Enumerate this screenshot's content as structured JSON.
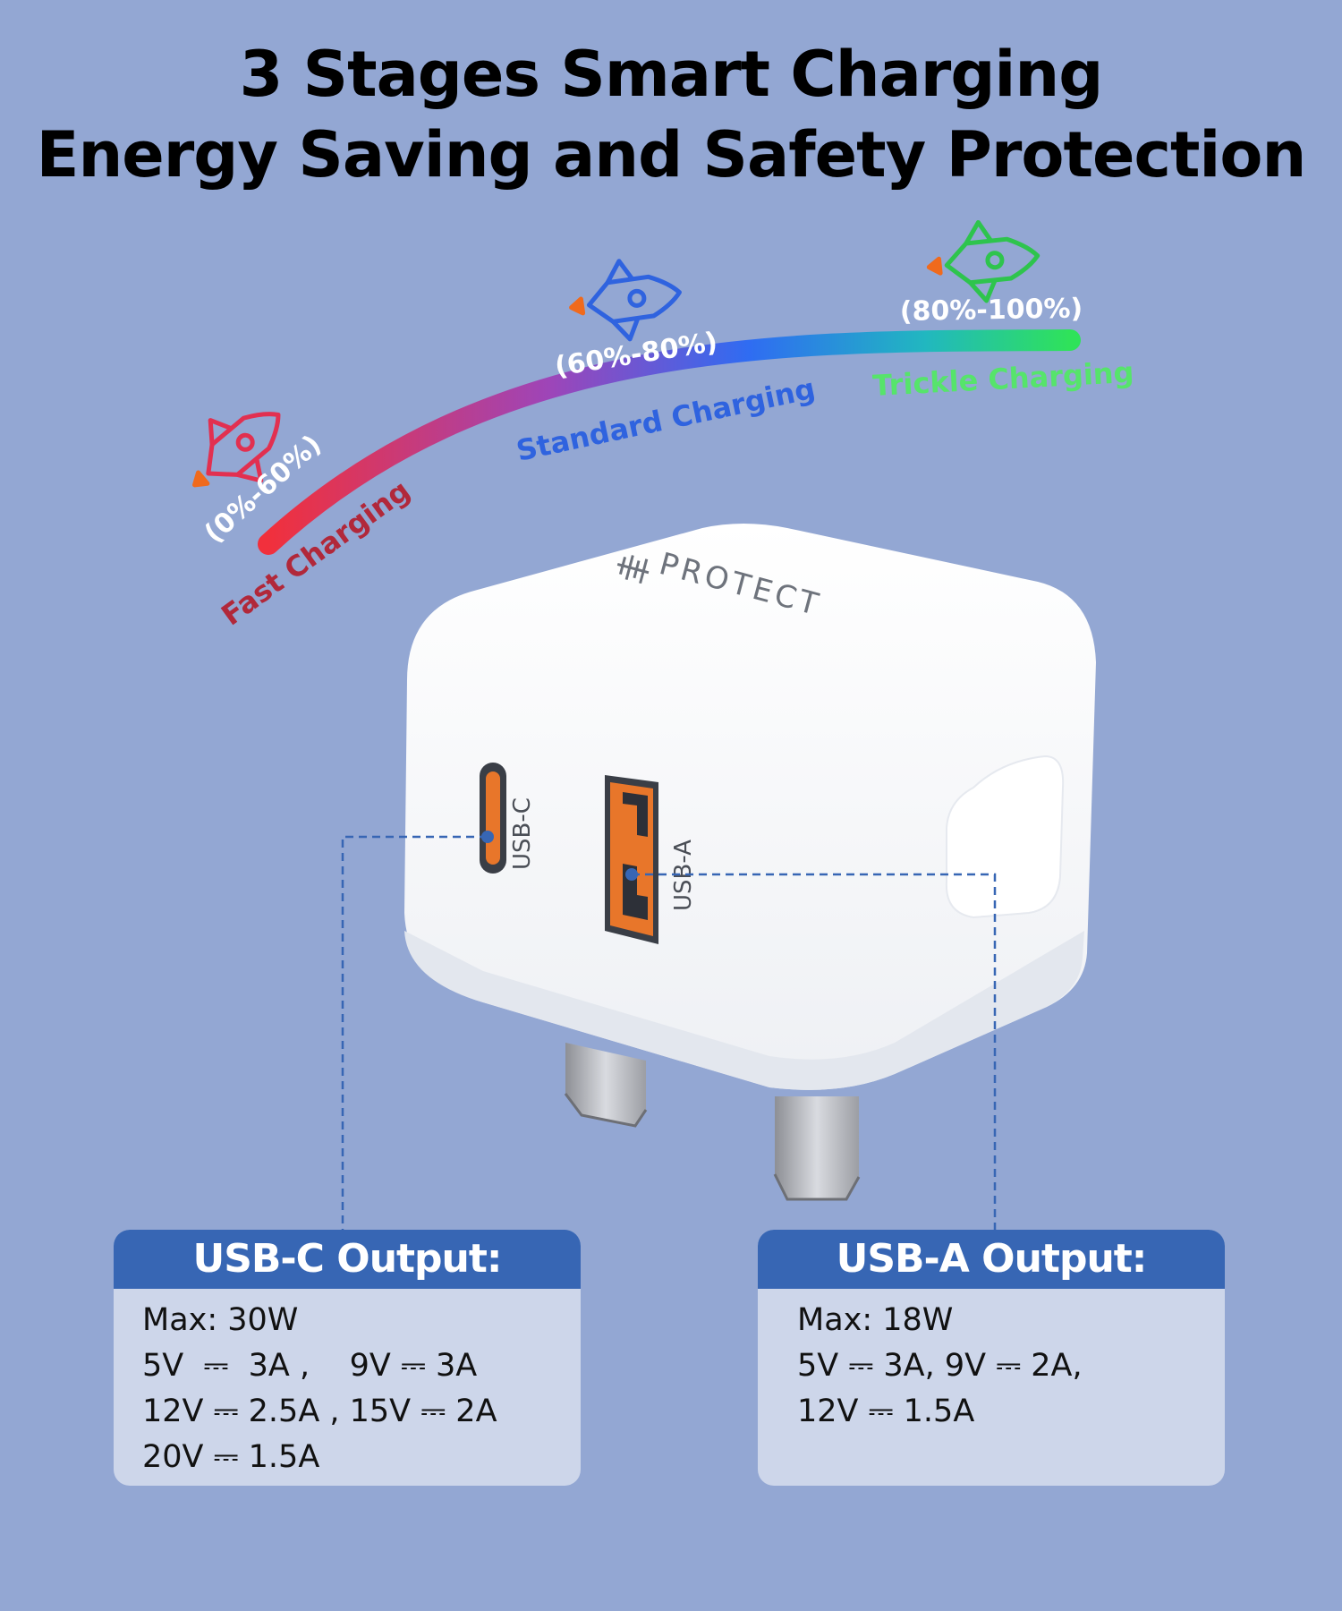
{
  "title": {
    "line1": "3 Stages Smart Charging",
    "line2": "Energy Saving and Safety Protection"
  },
  "stages": [
    {
      "range": "(0%-60%)",
      "name": "Fast Charging",
      "color": "#e5313f",
      "name_color": "#b1283a",
      "icon": "rocket-icon"
    },
    {
      "range": "(60%-80%)",
      "name": "Standard Charging",
      "color": "#2f63df",
      "name_color": "#2f63df",
      "icon": "rocket-icon"
    },
    {
      "range": "(80%-100%)",
      "name": "Trickle Charging",
      "color": "#27c252",
      "name_color": "#56e46b",
      "icon": "rocket-icon"
    }
  ],
  "charger": {
    "brand": "PROTECT",
    "port_c_label": "USB-C",
    "port_a_label": "USB-A"
  },
  "usb_c": {
    "heading": "USB-C Output:",
    "lines": [
      "Max: 30W",
      "5V  ⎓  3A ,    9V ⎓ 3A",
      "12V ⎓ 2.5A , 15V ⎓ 2A",
      "20V ⎓ 1.5A"
    ]
  },
  "usb_a": {
    "heading": "USB-A Output:",
    "lines": [
      "Max: 18W",
      "5V ⎓ 3A, 9V ⎓ 2A,",
      "12V ⎓ 1.5A"
    ]
  },
  "colors": {
    "background": "#93a7d3",
    "card_header": "#3766b4",
    "card_body": "#cdd6ea",
    "port_orange": "#e8762a",
    "connector_line": "#3766b4"
  }
}
